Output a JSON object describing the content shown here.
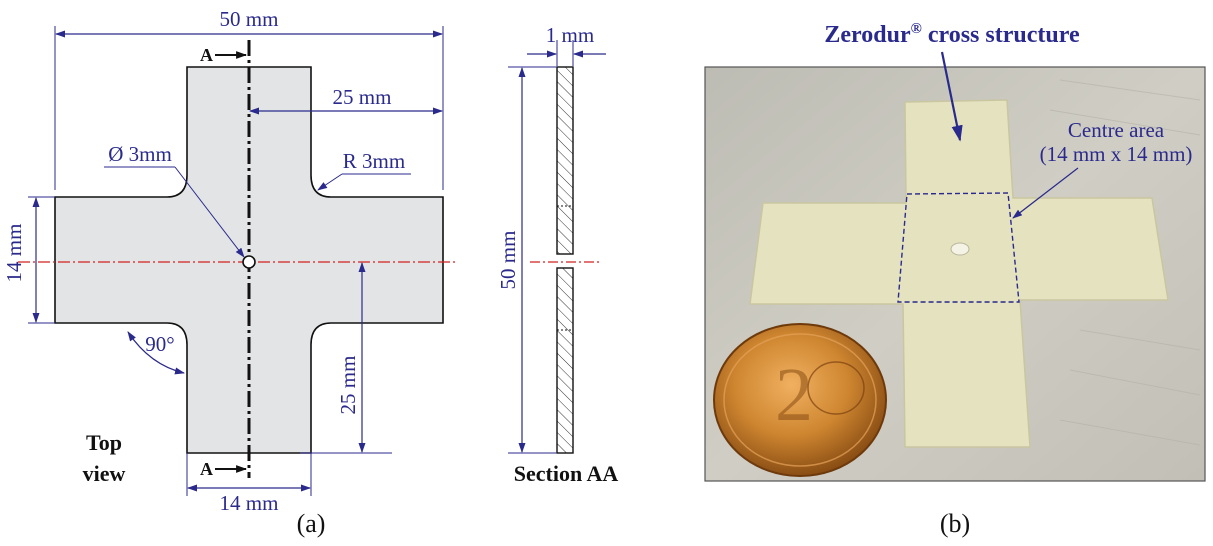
{
  "figure_a": {
    "top_view": {
      "overall_width": "50 mm",
      "arm_length_right": "25 mm",
      "hole_diameter": "Ø 3mm",
      "corner_radius": "R 3mm",
      "arm_width_left": "14 mm",
      "angle": "90°",
      "arm_length_lower": "25 mm",
      "arm_width_bottom": "14 mm",
      "section_marker_top": "A",
      "section_marker_bottom": "A",
      "view_label_line1": "Top",
      "view_label_line2": "view"
    },
    "section": {
      "thickness": "1 mm",
      "height": "50 mm",
      "title": "Section AA"
    },
    "caption": "(a)"
  },
  "figure_b": {
    "title": "Zerodur",
    "title_sup": "®",
    "title_rest": " cross structure",
    "centre_label_line1": "Centre area",
    "centre_label_line2": "(14 mm x 14 mm)",
    "caption": "(b)"
  },
  "colors": {
    "dimension": "#2a2a8c",
    "part_fill": "#e3e4e6",
    "centerline_red": "#d22020",
    "coin": "#c9822a"
  }
}
